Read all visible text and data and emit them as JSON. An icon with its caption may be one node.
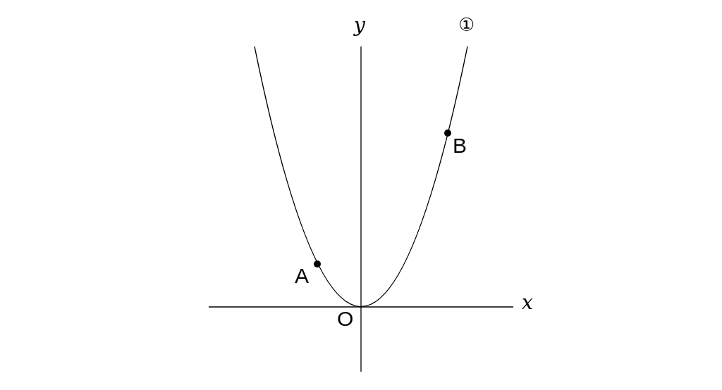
{
  "diagram": {
    "labels": [
      "y",
      "①",
      "B",
      "A",
      "O",
      "x"
    ]
  }
}
